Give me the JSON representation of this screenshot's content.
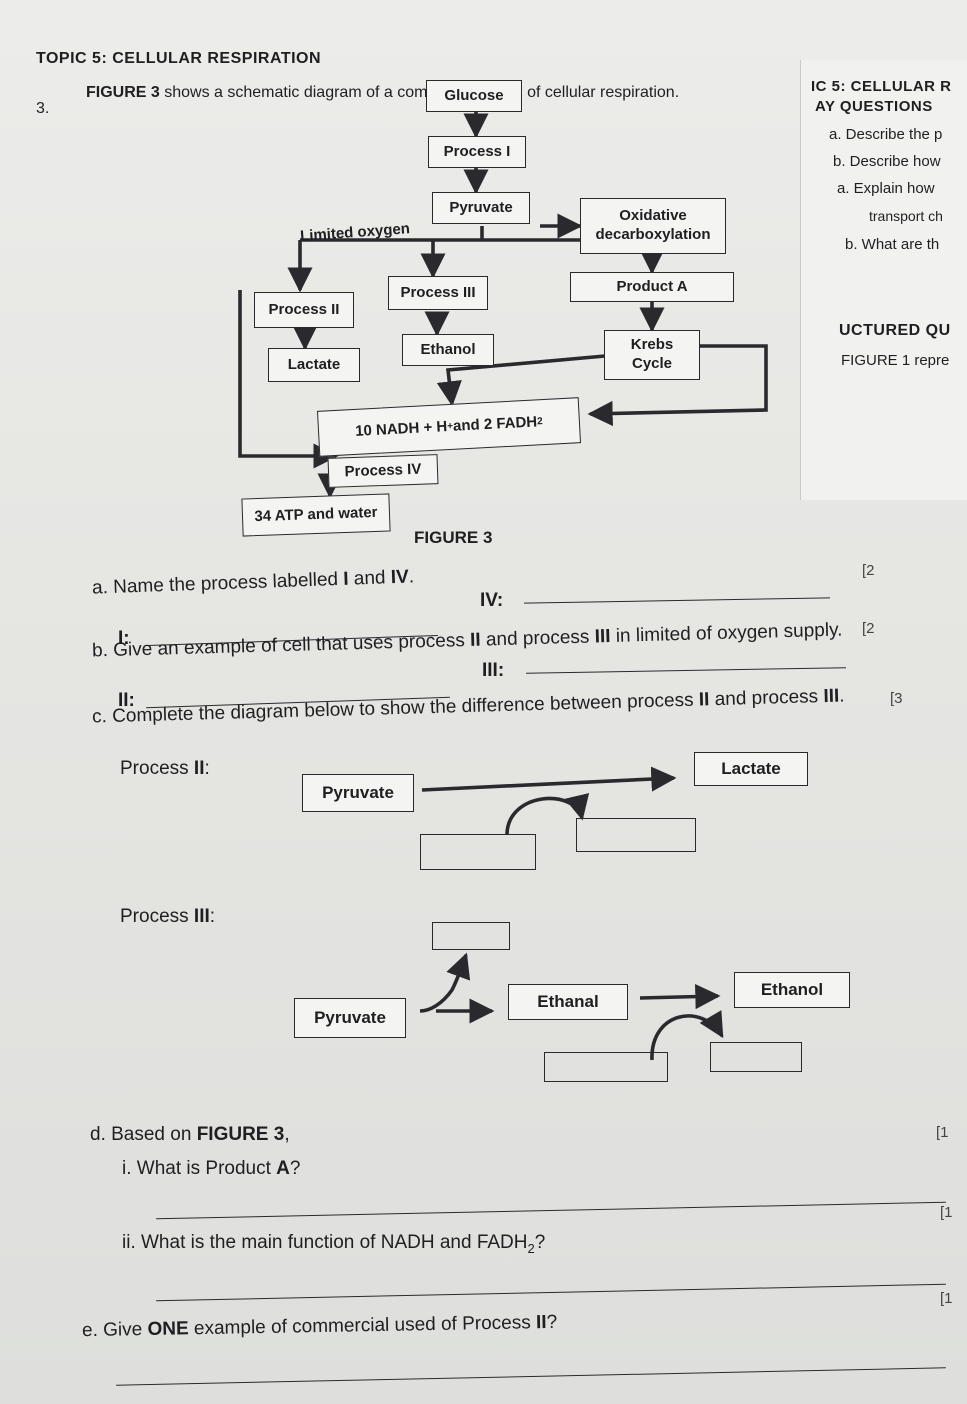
{
  "header": {
    "topic": "TOPIC 5: CELLULAR RESPIRATION",
    "question_number": "3.",
    "intro_bold": "FIGURE 3",
    "intro_rest": " shows a schematic diagram of a complete process of cellular respiration."
  },
  "back_page": {
    "topic": "IC 5: CELLULAR R",
    "subtitle": "AY QUESTIONS",
    "line_a1": "a.  Describe the p",
    "line_b1": "b.  Describe how",
    "line_a2": "a.  Explain how",
    "line_transport": "transport ch",
    "line_b2": "b.  What are th",
    "structured": "UCTURED QU",
    "figure1": "FIGURE 1 repre"
  },
  "diagram": {
    "glucose": "Glucose",
    "process_1": "Process I",
    "pyruvate": "Pyruvate",
    "limited_oxygen": "Limited oxygen",
    "oxidative": "Oxidative",
    "decarboxylation": "decarboxylation",
    "process_2": "Process II",
    "process_3": "Process III",
    "product_a": "Product A",
    "lactate": "Lactate",
    "ethanol": "Ethanol",
    "krebs": "Krebs",
    "cycle": "Cycle",
    "nadh_pre": "10 NADH + H",
    "nadh_sup": "+",
    "nadh_mid": " and 2 FADH",
    "nadh_sub": "2",
    "process_4": "Process IV",
    "atp": "34 ATP and water",
    "caption": "FIGURE 3"
  },
  "questions": {
    "a": {
      "pre": "a.  Name the process labelled ",
      "b1": "I",
      "mid": " and ",
      "b2": "IV",
      "post": ".",
      "label_1": "I:",
      "label_4": "IV:",
      "mark": "[2"
    },
    "b": {
      "pre": "b.  Give an example of cell that uses process ",
      "b1": "II",
      "mid": " and process ",
      "b2": "III",
      "post": " in limited of oxygen supply.",
      "mark": "[2",
      "label_2": "II:",
      "label_3": "III:"
    },
    "c": {
      "text": "c.  Complete the diagram below to show the difference between process ",
      "b1": "II",
      "mid": " and process ",
      "b2": "III",
      "post": ".",
      "mark": "[3",
      "process_2_label": "Process ",
      "process_2_bold": "II",
      "process_2_colon": ":",
      "pyruvate": "Pyruvate",
      "lactate": "Lactate",
      "process_3_label": "Process ",
      "process_3_bold": "III",
      "process_3_colon": ":",
      "pyruvate_3": "Pyruvate",
      "ethanal": "Ethanal",
      "ethanol": "Ethanol"
    },
    "d": {
      "pre": "d.  Based on ",
      "bold": "FIGURE 3",
      "post": ",",
      "i_pre": "i.   What is Product ",
      "i_bold": "A",
      "i_post": "?",
      "ii_pre": "ii.  What is the main function of NADH and FADH",
      "ii_sub": "2",
      "ii_post": "?",
      "mark_i": "[1",
      "mark_ii": "[1"
    },
    "e": {
      "pre": "e.  Give ",
      "bold": "ONE",
      "mid": " example of commercial used of Process ",
      "b2": "II",
      "post": "?",
      "mark": "[1"
    }
  }
}
